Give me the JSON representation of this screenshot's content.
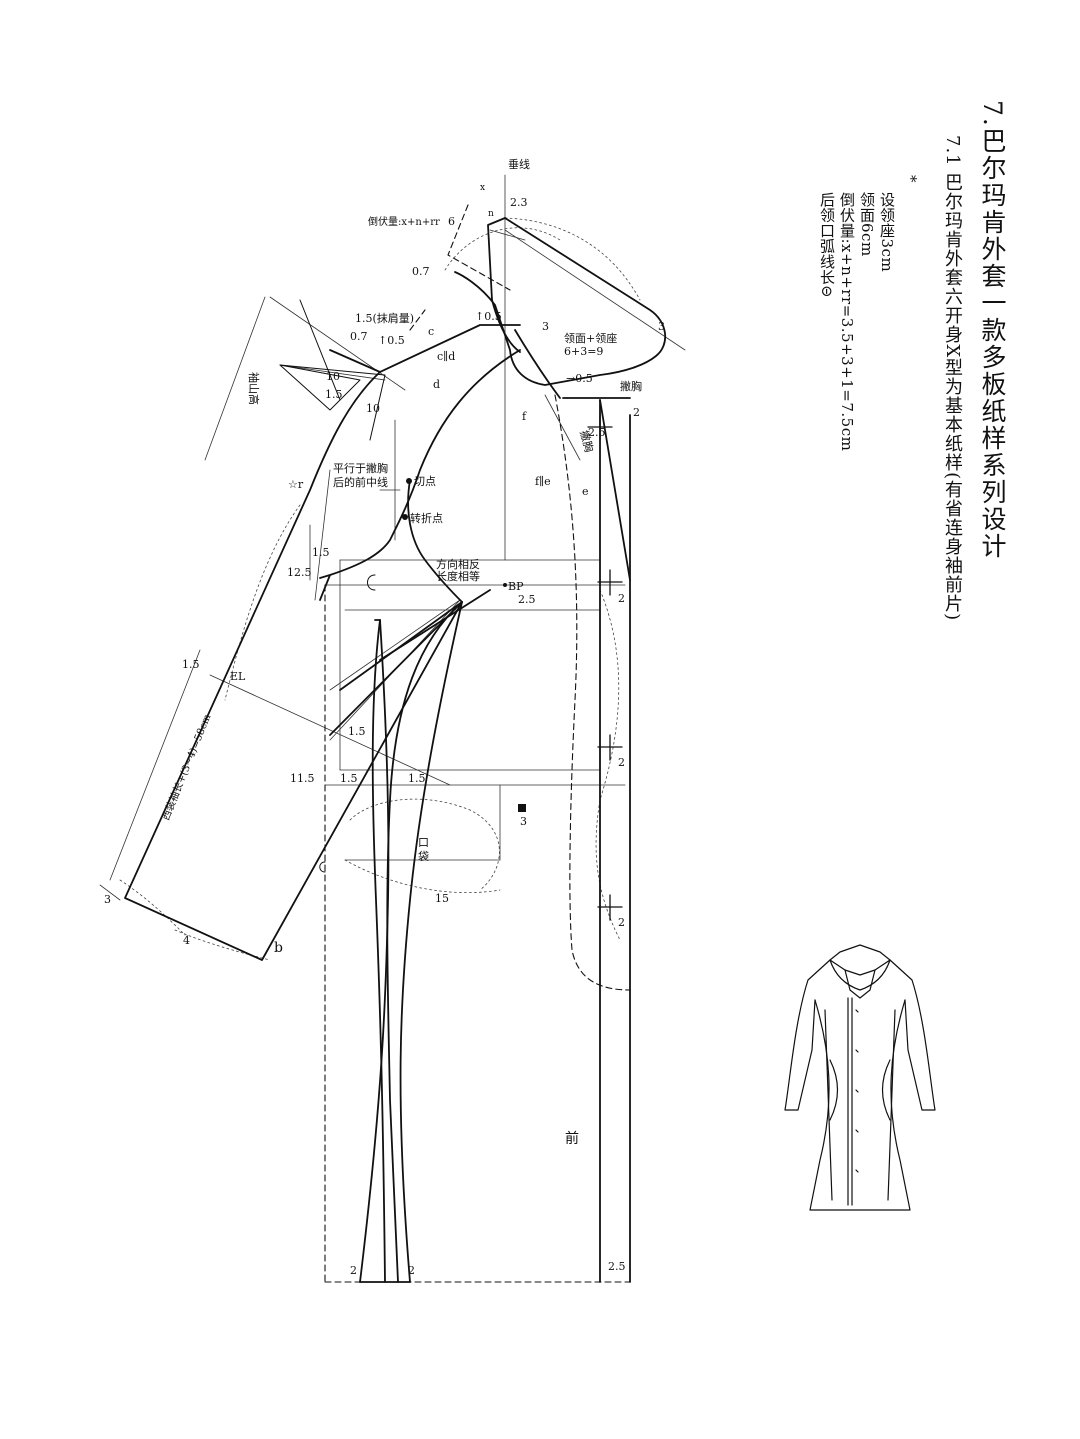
{
  "header": {
    "title": "7.巴尔玛肯外套一款多板纸样系列设计",
    "subtitle": "7.1 巴尔玛肯外套六开身X型为基本纸样(有省连身袖前片)"
  },
  "notes": {
    "star": "*",
    "line1": "设领座3cm",
    "line2": "领面6cm",
    "line3": "倒伏量:x+n+rr=3.5+3+1=7.5cm",
    "line4": "后领口弧线长⊝"
  },
  "pattern_labels": {
    "vertical_line": "垂线",
    "x": "x",
    "n": "n",
    "d23": "2.3",
    "fall_amount": "倒伏量:x+n+rr",
    "d6": "6",
    "d07a": "0.7",
    "shoulder_ease": "1.5(抹肩量)",
    "d07b": "0.7",
    "d05a": "↑0.5",
    "d05b": "↑0.5",
    "c": "c",
    "c_par_d": "c∥d",
    "d": "d",
    "d3a": "3",
    "collar_sum": "领面+领座",
    "collar_calc": "6+3=9",
    "d3b": "3",
    "d05c": "→0.5",
    "chest_shift": "撇胸",
    "d2a": "2",
    "d10a": "10",
    "d15a": "1.5",
    "d10b": "10",
    "sleeve_cap": "袖山高",
    "f": "f",
    "d25a": "2.5",
    "label_dart": "撇胸",
    "e": "e",
    "f_par_e": "f∥e",
    "star_r": "☆r",
    "parallel_line": "平行于撇胸",
    "parallel_line2": "后的前中线",
    "cut_point": "切点",
    "turn_point": "转折点",
    "d15b": "1.5",
    "d125": "12.5",
    "opp_dir": "方向相反",
    "equal_len": "长度相等",
    "bp": "BP",
    "d25b": "2.5",
    "d2b": "2",
    "d15c": "1.5",
    "el": "EL",
    "d15d": "1.5",
    "d115": "11.5",
    "d15e": "1.5",
    "d15f": "1.5",
    "d2c": "2",
    "d3c": "3",
    "pocket1": "口",
    "pocket2": "袋",
    "d15g": "15",
    "sleeve_len": "西装袖长+(3~4)=58cm",
    "d3d": "3",
    "d4": "4",
    "b": "b",
    "d2d": "2",
    "front": "前",
    "d2e": "2",
    "d2f": "2",
    "d25c": "2.5"
  }
}
